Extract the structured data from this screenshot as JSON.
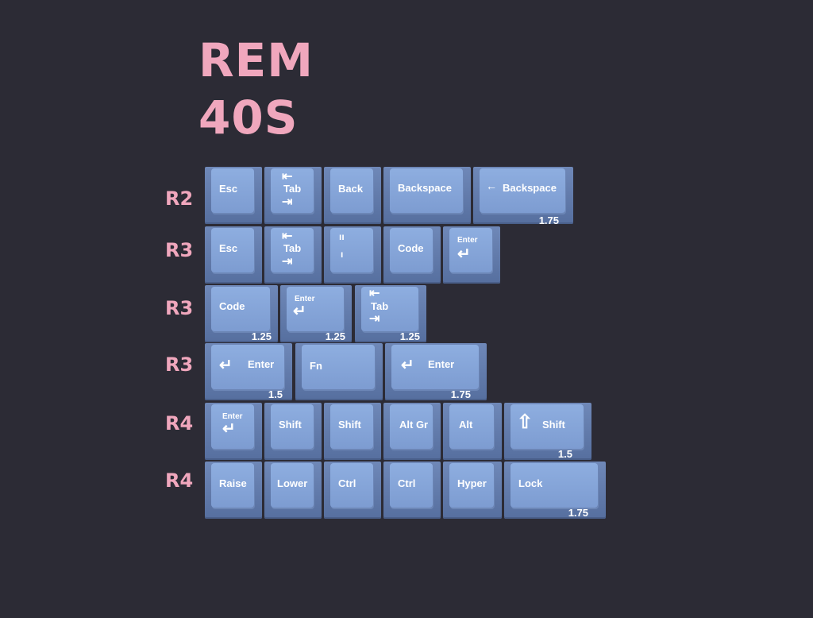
{
  "title": {
    "line1": "REM",
    "line2": "40S"
  },
  "rows": [
    {
      "label": "R2"
    },
    {
      "label": "R3"
    },
    {
      "label": "R3"
    },
    {
      "label": "R3"
    },
    {
      "label": "R4"
    },
    {
      "label": "R4"
    }
  ],
  "keys": {
    "r1": [
      "Esc",
      "Tab",
      "Back",
      "Backspace",
      "Backspace"
    ],
    "r1_size": "1.75",
    "r2": [
      "Esc",
      "Tab",
      "Code",
      "Enter"
    ],
    "r3": [
      "Code",
      "Enter",
      "Tab"
    ],
    "r3_sizes": [
      "1.25",
      "1.25",
      "1.25"
    ],
    "r4": [
      "Enter",
      "Fn",
      "Enter"
    ],
    "r4_sizes": [
      "1.5",
      "1.75"
    ],
    "r5": [
      "Enter",
      "Shift",
      "Shift",
      "Alt Gr",
      "Alt",
      "Shift"
    ],
    "r5_size": "1.5",
    "r6": [
      "Raise",
      "Lower",
      "Ctrl",
      "Ctrl",
      "Hyper",
      "Lock"
    ],
    "r6_size": "1.75"
  },
  "colors": {
    "background": "#2c2b35",
    "accent_pink": "#f0a7bd",
    "keycap_top": "#8eaee0",
    "keycap_side": "#566f9f"
  }
}
